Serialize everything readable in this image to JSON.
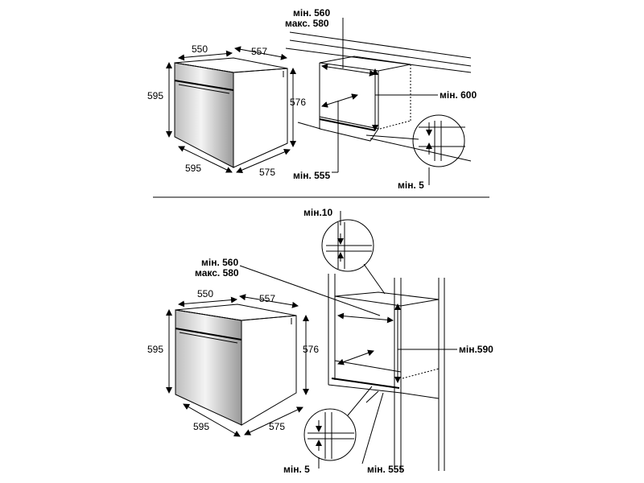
{
  "top_section": {
    "oven": {
      "height_left": "595",
      "depth_top": "550",
      "width_top": "557",
      "height_right": "576",
      "width_bottom": "595",
      "depth_bottom": "575"
    },
    "niche": {
      "depth_min_label": "мін. 560",
      "depth_max_label": "макс. 580",
      "height_label": "мін. 600",
      "width_label": "мін. 555",
      "gap_label": "мін. 5"
    }
  },
  "bottom_section": {
    "oven": {
      "height_left": "595",
      "depth_top": "550",
      "width_top": "557",
      "height_right": "576",
      "width_bottom": "595",
      "depth_bottom": "575"
    },
    "niche": {
      "top_gap_label": "мін.10",
      "depth_min_label": "мін. 560",
      "depth_max_label": "макс. 580",
      "height_label": "мін.590",
      "gap_label": "мін. 5",
      "width_label": "мін. 555"
    }
  }
}
